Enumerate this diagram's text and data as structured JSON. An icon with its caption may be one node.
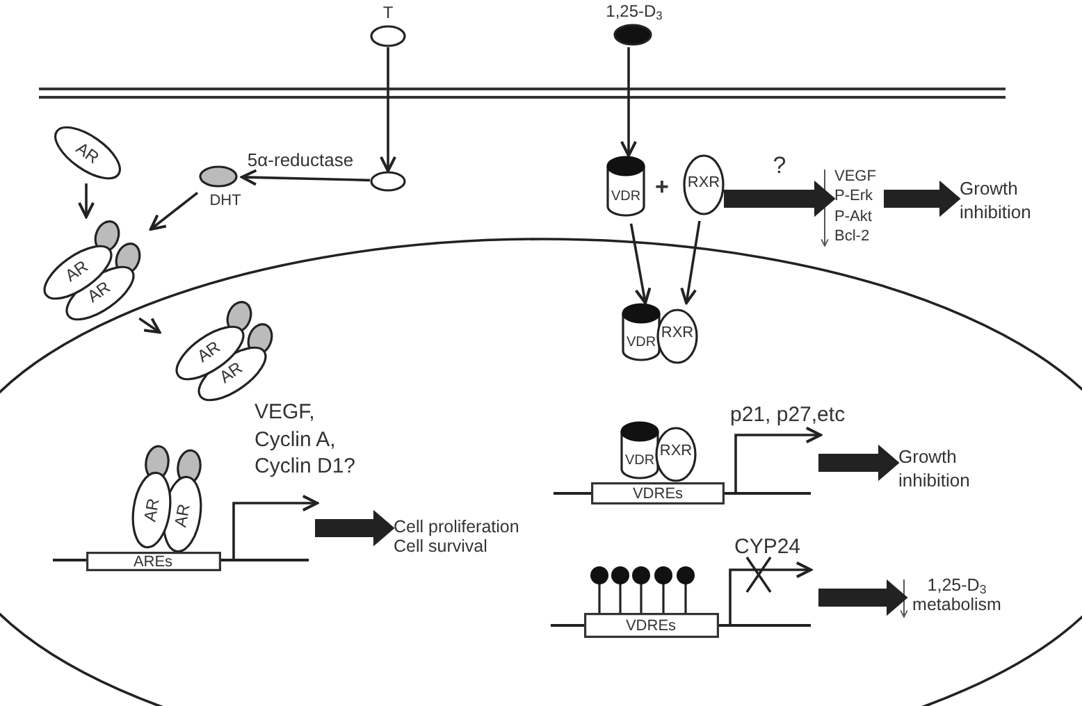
{
  "diagram": {
    "nodes": [
      {
        "text": [
          "T"
        ]
      },
      {
        "text": [
          "1,25-D$_{3}$"
        ]
      },
      {
        "text": [],
        "shape": "ellipse"
      },
      {
        "text": [
          "DHT"
        ]
      },
      {
        "text": [
          "AR"
        ]
      },
      {
        "text": [
          "AR",
          "AR"
        ]
      },
      {
        "text": [
          "AR",
          "AR"
        ]
      },
      {
        "text": [
          "VDR"
        ]
      },
      {
        "text": [
          "RXR"
        ]
      },
      {
        "text": [
          "VEGF P-Erk P-Akt Bcl-2"
        ]
      },
      {
        "text": [
          "Growth inhibition"
        ]
      },
      {
        "text": [
          "VDR",
          "RXR"
        ]
      },
      {
        "text": [
          "AR",
          "AR"
        ]
      },
      {
        "text": [
          "AREs"
        ]
      },
      {
        "text": [
          "Cell proliferation",
          "Cell survival"
        ]
      },
      {
        "text": [
          "VDR",
          "RXR"
        ]
      },
      {
        "text": [
          "VDREs"
        ]
      },
      {
        "text": [
          "Growth inhibition"
        ]
      },
      {
        "text": [
          "VDREs"
        ]
      },
      {
        "text": [
          "1,25-D$_{3}$ metabolism"
        ]
      }
    ],
    "edges": [
      {
        "from": 0,
        "to": 2,
        "arrow": "to"
      },
      {
        "from": 1,
        "to": 7,
        "arrow": "to"
      },
      {
        "from": 2,
        "to": 3,
        "arrow": "to",
        "label": "5α-reductase"
      },
      {
        "from": 4,
        "to": 5,
        "arrow": "to"
      },
      {
        "from": 3,
        "to": 5,
        "arrow": "to"
      },
      {
        "from": 5,
        "to": 6,
        "arrow": "to"
      },
      {
        "from": 7,
        "to": 11,
        "arrow": "to"
      },
      {
        "from": 8,
        "to": 11,
        "arrow": "to"
      },
      {
        "from": 8,
        "to": 9,
        "arrow": "to",
        "label": "?",
        "style": "thick"
      },
      {
        "from": 9,
        "to": 10,
        "arrow": "to",
        "style": "thick"
      },
      {
        "from": null,
        "to": 14,
        "arrow": "to",
        "style": "thick"
      },
      {
        "from": null,
        "to": 17,
        "arrow": "to",
        "style": "thick"
      },
      {
        "from": null,
        "to": 19,
        "arrow": "to",
        "style": "thick"
      }
    ],
    "labels": [
      "+",
      "VEGF, Cyclin A, Cyclin D1?",
      "p21, p27,etc",
      "CYP24"
    ]
  }
}
